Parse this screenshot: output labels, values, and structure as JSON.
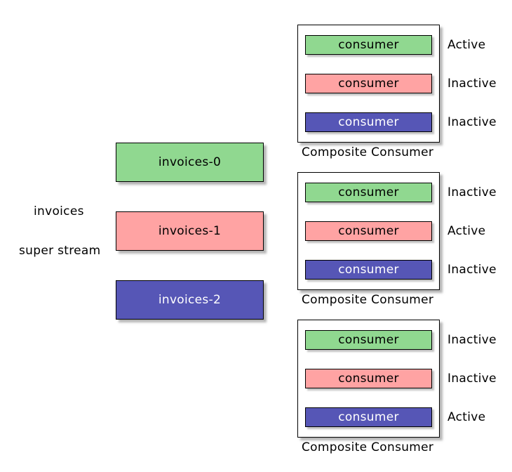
{
  "diagram": {
    "background_color": "#ffffff",
    "colors": {
      "partition_green": "#90D890",
      "partition_pink": "#FFA3A3",
      "partition_blue": "#5656B6",
      "border": "#000000",
      "shadow": "#787878"
    },
    "stream": {
      "name": "invoices",
      "type_label": "super stream",
      "partitions": [
        {
          "label": "invoices-0",
          "color_key": "green"
        },
        {
          "label": "invoices-1",
          "color_key": "pink"
        },
        {
          "label": "invoices-2",
          "color_key": "blue"
        }
      ]
    },
    "composite_consumers": [
      {
        "caption": "Composite Consumer",
        "consumers": [
          {
            "label": "consumer",
            "color_key": "green",
            "status": "Active"
          },
          {
            "label": "consumer",
            "color_key": "pink",
            "status": "Inactive"
          },
          {
            "label": "consumer",
            "color_key": "blue",
            "status": "Inactive"
          }
        ]
      },
      {
        "caption": "Composite Consumer",
        "consumers": [
          {
            "label": "consumer",
            "color_key": "green",
            "status": "Inactive"
          },
          {
            "label": "consumer",
            "color_key": "pink",
            "status": "Active"
          },
          {
            "label": "consumer",
            "color_key": "blue",
            "status": "Inactive"
          }
        ]
      },
      {
        "caption": "Composite Consumer",
        "consumers": [
          {
            "label": "consumer",
            "color_key": "green",
            "status": "Inactive"
          },
          {
            "label": "consumer",
            "color_key": "pink",
            "status": "Inactive"
          },
          {
            "label": "consumer",
            "color_key": "blue",
            "status": "Active"
          }
        ]
      }
    ]
  }
}
